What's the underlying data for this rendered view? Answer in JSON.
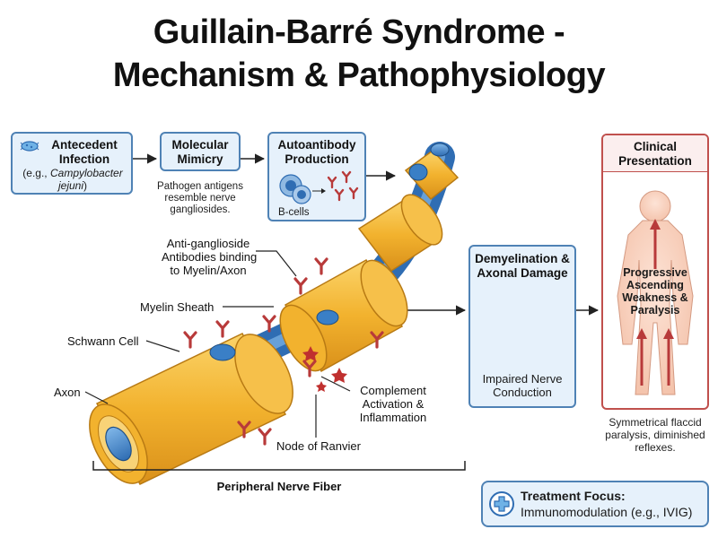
{
  "title": {
    "line1": "Guillain-Barré Syndrome -",
    "line2": "Mechanism & Pathophysiology"
  },
  "steps": {
    "infection": {
      "title_line1": "Antecedent",
      "title_line2": "Infection",
      "detail_prefix": "(e.g.,",
      "detail_italic1": "Campylobacter",
      "detail_italic2": "jejuni",
      "detail_suffix": ")",
      "icon": "bacterium-icon"
    },
    "mimicry": {
      "title_line1": "Molecular",
      "title_line2": "Mimicry",
      "caption_line1": "Pathogen antigens",
      "caption_line2": "resemble nerve",
      "caption_line3": "gangliosides."
    },
    "autoantibody": {
      "title_line1": "Autoantibody",
      "title_line2": "Production",
      "cell_label": "B-cells"
    },
    "demyelination": {
      "title_line1": "Demyelination &",
      "title_line2": "Axonal Damage",
      "caption_line1": "Impaired Nerve",
      "caption_line2": "Conduction"
    },
    "clinical": {
      "title_line1": "Clinical",
      "title_line2": "Presentation",
      "body_line1": "Progressive",
      "body_line2": "Ascending",
      "body_line3": "Weakness &",
      "body_line4": "Paralysis",
      "caption_line1": "Symmetrical flaccid",
      "caption_line2": "paralysis, diminished",
      "caption_line3": "reflexes."
    }
  },
  "nerve_labels": {
    "antibodies_line1": "Anti-ganglioside",
    "antibodies_line2": "Antibodies binding",
    "antibodies_line3": "to Myelin/Axon",
    "myelin": "Myelin Sheath",
    "schwann": "Schwann Cell",
    "axon": "Axon",
    "complement_line1": "Complement",
    "complement_line2": "Activation &",
    "complement_line3": "Inflammation",
    "node": "Node of Ranvier",
    "fiber": "Peripheral Nerve Fiber"
  },
  "treatment": {
    "title": "Treatment Focus:",
    "detail": "Immunomodulation (e.g., IVIG)",
    "icon": "medical-cross-icon"
  },
  "colors": {
    "box_border": "#4f82b5",
    "box_fill": "#e6f1fb",
    "clinical_border": "#c0504d",
    "clinical_fill": "#fbeeee",
    "myelin": "#f2b22e",
    "axon": "#3a7fc6",
    "antibody": "#b83a3a"
  }
}
